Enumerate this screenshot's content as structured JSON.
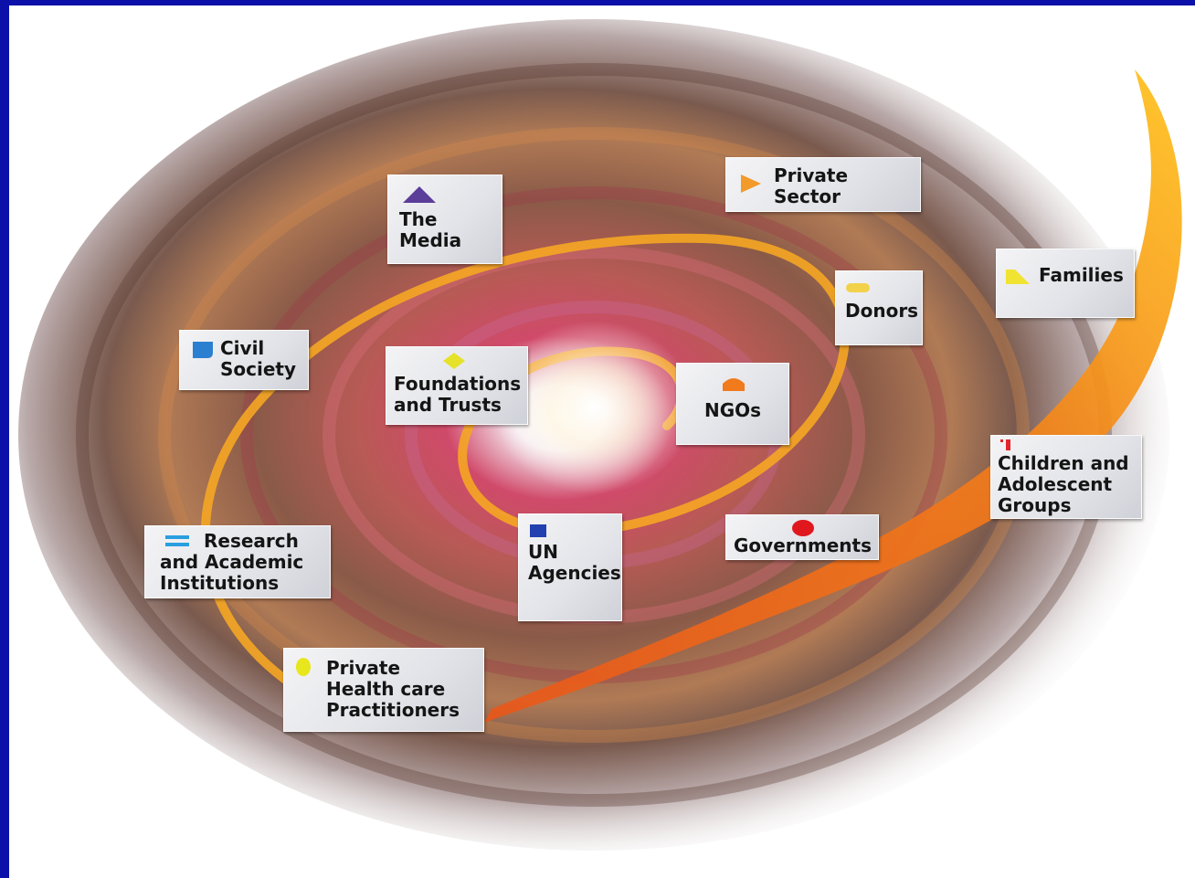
{
  "diagram": {
    "stakeholders": [
      {
        "id": "the-media",
        "label": "The\nMedia",
        "icon": "triangle-icon",
        "icon_color": "#5b3d9a"
      },
      {
        "id": "private-sector",
        "label": "Private\nSector",
        "icon": "play-arrow-icon",
        "icon_color": "#f29a2a"
      },
      {
        "id": "families",
        "label": "Families",
        "icon": "house-shape-icon",
        "icon_color": "#f0e332"
      },
      {
        "id": "donors",
        "label": "Donors",
        "icon": "pill-icon",
        "icon_color": "#f2d24a"
      },
      {
        "id": "civil-society",
        "label": "Civil\nSociety",
        "icon": "flag-shape-icon",
        "icon_color": "#2b7fd0"
      },
      {
        "id": "foundations-trusts",
        "label": "Foundations\nand Trusts",
        "icon": "diamond-icon",
        "icon_color": "#e6e22a"
      },
      {
        "id": "ngos",
        "label": "NGOs",
        "icon": "dome-icon",
        "icon_color": "#f07a1c"
      },
      {
        "id": "children-adolescent-groups",
        "label": "Children and\nAdolescent\nGroups",
        "icon": "bracket-icon",
        "icon_color": "#e0262c"
      },
      {
        "id": "research-academic",
        "label": "Research\nand Academic\nInstitutions",
        "icon": "double-bar-icon",
        "icon_color": "#2a9fe0"
      },
      {
        "id": "un-agencies",
        "label": "UN\nAgencies",
        "icon": "square-icon",
        "icon_color": "#2340b0"
      },
      {
        "id": "governments",
        "label": "Governments",
        "icon": "circle-icon",
        "icon_color": "#e0181e"
      },
      {
        "id": "private-health",
        "label": "Private\nHealth care\nPractitioners",
        "icon": "oval-icon",
        "icon_color": "#e8e61c"
      }
    ]
  },
  "colors": {
    "frame": "#0a10a8",
    "spiral": "#f5a623",
    "ribbon": "#f27a1a"
  }
}
